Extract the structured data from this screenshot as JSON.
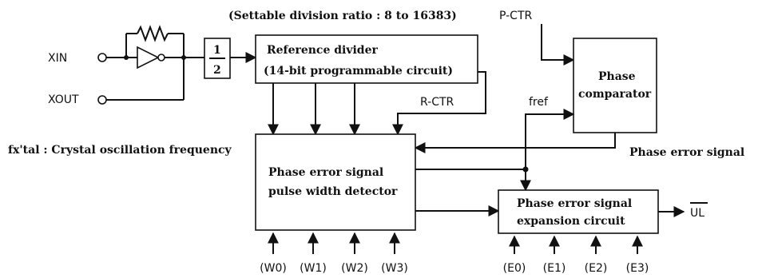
{
  "top_note": "(Settable division ratio : 8 to 16383)",
  "pins": {
    "xin": "XIN",
    "xout": "XOUT",
    "p_ctr": "P-CTR",
    "r_ctr": "R-CTR",
    "fref": "fref",
    "ul": "UL"
  },
  "blocks": {
    "half_num": "1",
    "half_den": "2",
    "ref_divider_line1": "Reference divider",
    "ref_divider_line2": "(14-bit programmable circuit)",
    "phase_comp_line1": "Phase",
    "phase_comp_line2": "comparator",
    "pulse_det_line1": "Phase error signal",
    "pulse_det_line2": "pulse width detector",
    "expansion_line1": "Phase error signal",
    "expansion_line2": "expansion circuit"
  },
  "notes": {
    "crystal": "fx'tal : Crystal oscillation frequency",
    "phase_error_signal": "Phase error signal"
  },
  "inputs_w": [
    "(W0)",
    "(W1)",
    "(W2)",
    "(W3)"
  ],
  "inputs_e": [
    "(E0)",
    "(E1)",
    "(E2)",
    "(E3)"
  ]
}
